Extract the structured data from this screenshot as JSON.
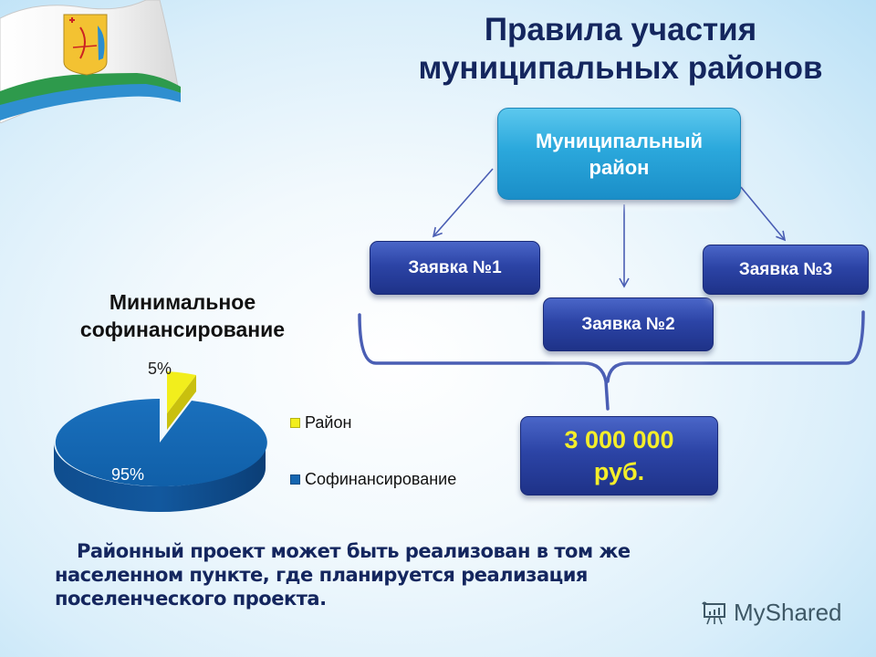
{
  "title": {
    "line1": "Правила участия",
    "line2": "муниципальных районов"
  },
  "diagram": {
    "root": {
      "line1": "Муниципальный",
      "line2": "район"
    },
    "applications": [
      {
        "label": "Заявка №1"
      },
      {
        "label": "Заявка №2"
      },
      {
        "label": "Заявка №3"
      }
    ],
    "total": {
      "amount": "3 000 000",
      "currency": "руб."
    },
    "colors": {
      "root": "#2ba8dc",
      "application": "#2c44a6",
      "amount_text": "#f4ee2a",
      "connector": "#4a5eb4"
    }
  },
  "chart_data": {
    "type": "pie",
    "title": "Минимальное софинансирование",
    "categories": [
      "Район",
      "Софинансирование"
    ],
    "values": [
      5,
      95
    ],
    "labels": [
      "5%",
      "95%"
    ],
    "colors": [
      "#f2ee1c",
      "#1565b0"
    ],
    "legend_position": "right",
    "style": "3d-exploded"
  },
  "chart": {
    "title_line1": "Минимальное",
    "title_line2": "софинансирование",
    "label_small": "5%",
    "label_large": "95%",
    "legend": [
      {
        "label": "Район",
        "color": "#f2ee1c"
      },
      {
        "label": "Софинансирование",
        "color": "#1565b0"
      }
    ]
  },
  "note": {
    "line1": "Районный проект может быть реализован в том же",
    "line2": "населенном пункте, где планируется реализация",
    "line3": "поселенческого проекта."
  },
  "watermark": {
    "text": "MyShared"
  }
}
